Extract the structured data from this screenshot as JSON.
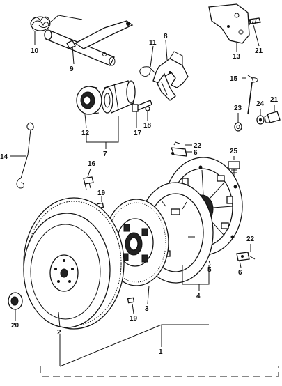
{
  "diagram": {
    "callouts": [
      {
        "id": "1",
        "text": "1"
      },
      {
        "id": "2",
        "text": "2"
      },
      {
        "id": "3",
        "text": "3"
      },
      {
        "id": "4",
        "text": "4"
      },
      {
        "id": "5",
        "text": "5"
      },
      {
        "id": "6a",
        "text": "6"
      },
      {
        "id": "6b",
        "text": "6"
      },
      {
        "id": "7",
        "text": "7"
      },
      {
        "id": "8",
        "text": "8"
      },
      {
        "id": "9",
        "text": "9"
      },
      {
        "id": "10",
        "text": "10"
      },
      {
        "id": "11",
        "text": "11"
      },
      {
        "id": "12",
        "text": "12"
      },
      {
        "id": "13",
        "text": "13"
      },
      {
        "id": "14",
        "text": "14"
      },
      {
        "id": "15",
        "text": "15"
      },
      {
        "id": "16",
        "text": "16"
      },
      {
        "id": "17",
        "text": "17"
      },
      {
        "id": "18",
        "text": "18"
      },
      {
        "id": "19a",
        "text": "19"
      },
      {
        "id": "19b",
        "text": "19"
      },
      {
        "id": "20",
        "text": "20"
      },
      {
        "id": "21a",
        "text": "21"
      },
      {
        "id": "21b",
        "text": "21"
      },
      {
        "id": "22a",
        "text": "22"
      },
      {
        "id": "22b",
        "text": "22"
      },
      {
        "id": "23",
        "text": "23"
      },
      {
        "id": "24",
        "text": "24"
      },
      {
        "id": "25",
        "text": "25"
      }
    ]
  }
}
